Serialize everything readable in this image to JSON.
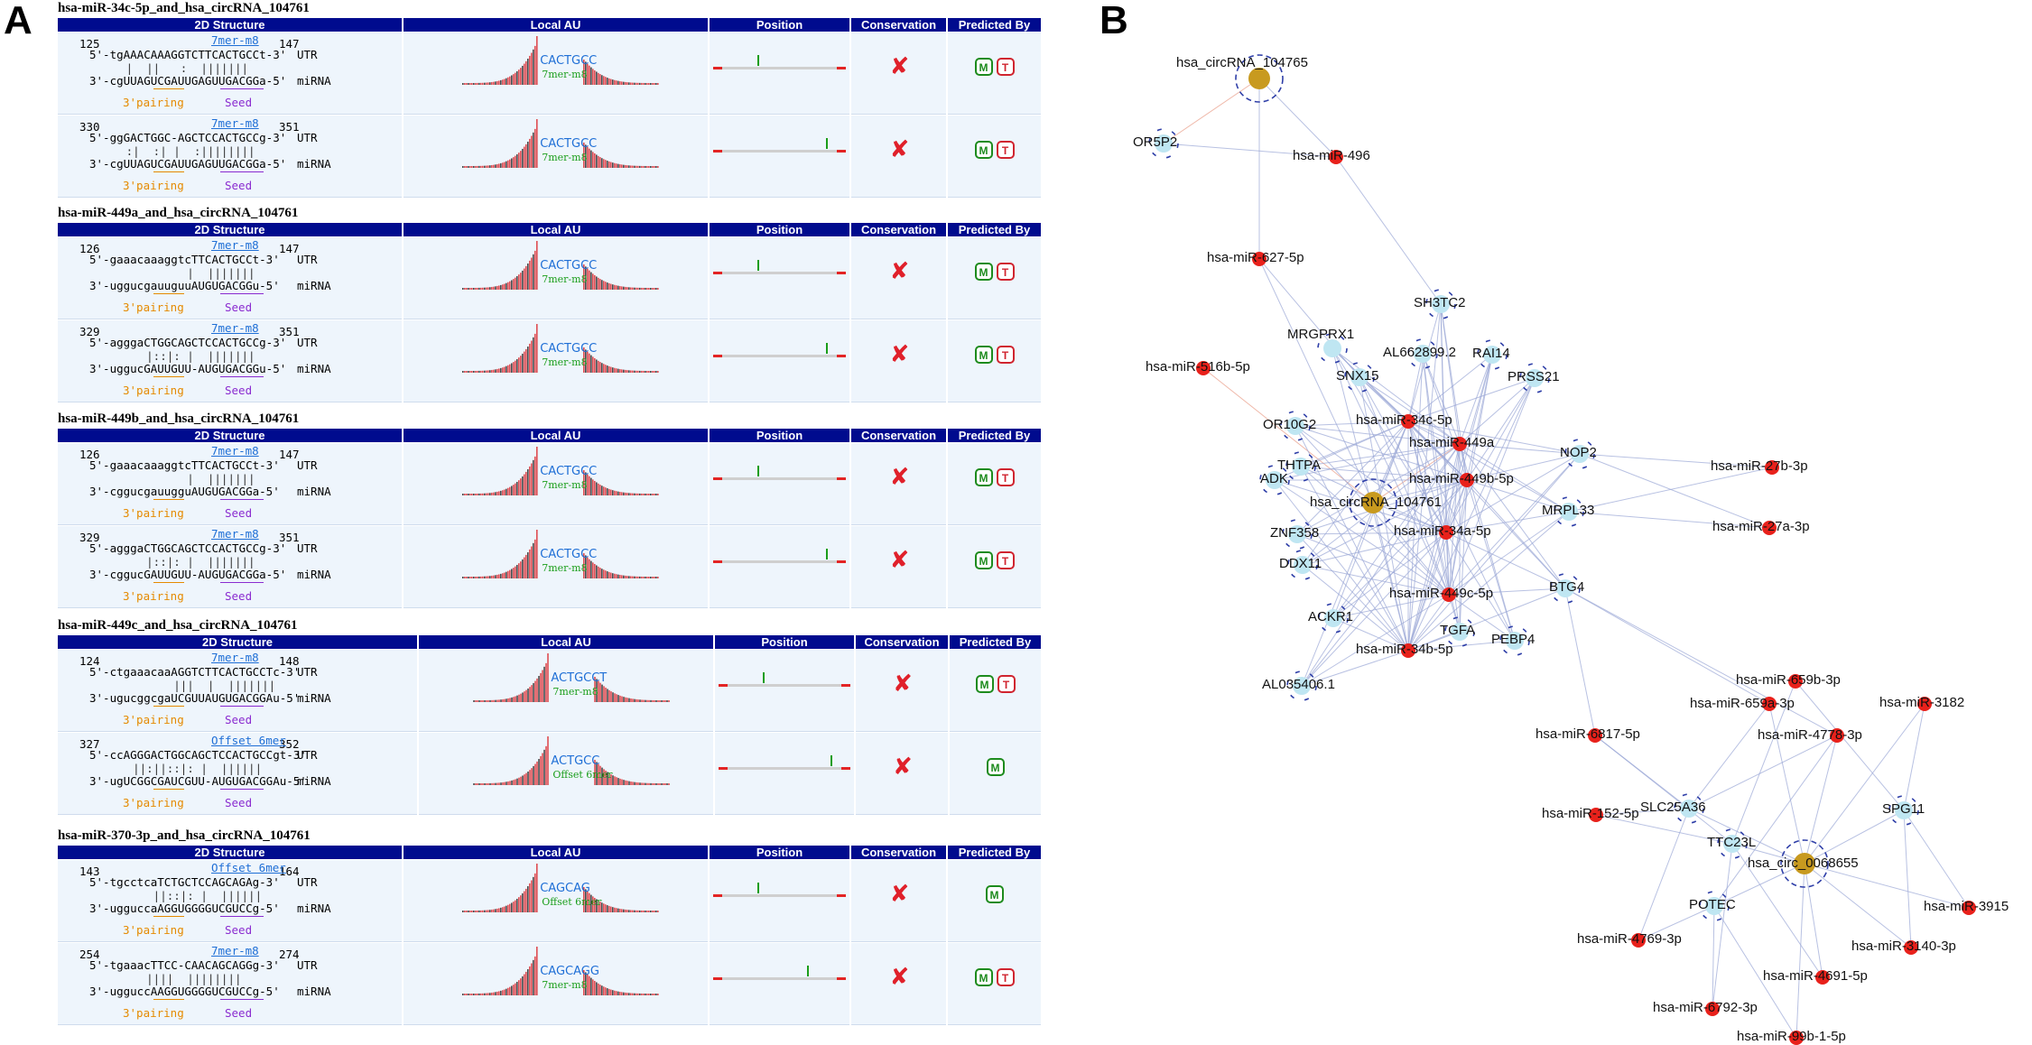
{
  "panel_a_letter": "A",
  "panel_b_letter": "B",
  "headers": {
    "structure": "2D Structure",
    "local_au": "Local AU",
    "position": "Position",
    "conservation": "Conservation",
    "predicted_by": "Predicted By"
  },
  "common": {
    "utr_suffix": "UTR",
    "mirna_suffix": "miRNA",
    "pairing_label": "3'pairing",
    "seed_label": "Seed",
    "cross_mark": "✘",
    "badge_m": "M",
    "badge_t": "T"
  },
  "blocks": [
    {
      "title": "hsa-miR-34c-5p_and_hsa_circRNA_104761",
      "rows": [
        {
          "start": "125",
          "end": "147",
          "site": "7mer-m8",
          "utr": "5'-tgAAACAAAGGTCTTCACTGCCt-3'",
          "bars": "   |  ||   :  |||||||  ",
          "mir": "3'-cgUUAGUCGAUUGAGUUGACGGa-5'",
          "au_seq": "CACTGCC",
          "au_type": "7mer-m8",
          "pos": 0.3,
          "badges": [
            "M",
            "T"
          ]
        },
        {
          "start": "330",
          "end": "351",
          "site": "7mer-m8",
          "utr": "5'-ggGACTGGC-AGCTCCACTGCCg-3'",
          "bars": "   :|  :| |  :||||||||  ",
          "mir": "3'-cgUUAGUCGAUUGAGUUGACGGa-5'",
          "au_seq": "CACTGCC",
          "au_type": "7mer-m8",
          "pos": 0.92,
          "badges": [
            "M",
            "T"
          ]
        }
      ]
    },
    {
      "title": "hsa-miR-449a_and_hsa_circRNA_104761",
      "rows": [
        {
          "start": "126",
          "end": "147",
          "site": "7mer-m8",
          "utr": "5'-gaaacaaaggtcTTCACTGCCt-3'",
          "bars": "            |  |||||||  ",
          "mir": "3'-uggucgauuguuAUGUGACGGu-5'",
          "au_seq": "CACTGCC",
          "au_type": "7mer-m8",
          "pos": 0.3,
          "badges": [
            "M",
            "T"
          ]
        },
        {
          "start": "329",
          "end": "351",
          "site": "7mer-m8",
          "utr": "5'-agggaCTGGCAGCTCCACTGCCg-3'",
          "bars": "      |::|: |  |||||||  ",
          "mir": "3'-uggucGAUUGUU-AUGUGACGGu-5'",
          "au_seq": "CACTGCC",
          "au_type": "7mer-m8",
          "pos": 0.92,
          "badges": [
            "M",
            "T"
          ]
        }
      ]
    },
    {
      "title": "hsa-miR-449b_and_hsa_circRNA_104761",
      "rows": [
        {
          "start": "126",
          "end": "147",
          "site": "7mer-m8",
          "utr": "5'-gaaacaaaggtcTTCACTGCCt-3'",
          "bars": "            |  |||||||  ",
          "mir": "3'-cggucgauugguAUGUGACGGa-5'",
          "au_seq": "CACTGCC",
          "au_type": "7mer-m8",
          "pos": 0.3,
          "badges": [
            "M",
            "T"
          ]
        },
        {
          "start": "329",
          "end": "351",
          "site": "7mer-m8",
          "utr": "5'-agggaCTGGCAGCTCCACTGCCg-3'",
          "bars": "      |::|: |  |||||||  ",
          "mir": "3'-cggucGAUUGUU-AUGUGACGGa-5'",
          "au_seq": "CACTGCC",
          "au_type": "7mer-m8",
          "pos": 0.92,
          "badges": [
            "M",
            "T"
          ]
        }
      ]
    },
    {
      "title": "hsa-miR-449c_and_hsa_circRNA_104761",
      "rows": [
        {
          "start": "124",
          "end": "148",
          "site": "7mer-m8",
          "utr": "5'-ctgaaacaaAGGTCTTCACTGCCTc-3'",
          "bars": "          |||  |  |||||||  ",
          "mir": "3'-ugucggcgaUCGUUAUGUGACGGAu-5'",
          "au_seq": "ACTGCCT",
          "au_type": "7mer-m8",
          "pos": 0.3,
          "badges": [
            "M",
            "T"
          ]
        },
        {
          "start": "327",
          "end": "352",
          "site": "Offset 6mer",
          "utr": "5'-ccAGGGACTGGCAGCTCCACTGCCgt-3'",
          "bars": "    ||:||::|: |  ||||||  ",
          "mir": "3'-ugUCGGCGAUCGUU-AUGUGACGGAu-5'",
          "au_seq": "ACTGCC",
          "au_type": "Offset 6mer",
          "pos": 0.92,
          "badges": [
            "M"
          ]
        }
      ]
    },
    {
      "title": "hsa-miR-370-3p_and_hsa_circRNA_104761",
      "rows": [
        {
          "start": "143",
          "end": "164",
          "site": "Offset 6mer",
          "utr": "5'-tgcctcaTCTGCTCCAGCAGAg-3'",
          "bars": "       ||::|: |  ||||||  ",
          "mir": "3'-ugguccaAGGUGGGGUCGUCCg-5'",
          "au_seq": "CAGCAG",
          "au_type": "Offset 6mer",
          "pos": 0.3,
          "badges": [
            "M"
          ]
        },
        {
          "start": "254",
          "end": "274",
          "site": "7mer-m8",
          "utr": "5'-tgaaacTTCC-CAACAGCAGGg-3'",
          "bars": "      ||||  ||||||||  ",
          "mir": "3'-ugguccAAGGUGGGGUCGUCCg-5'",
          "au_seq": "CAGCAGG",
          "au_type": "7mer-m8",
          "pos": 0.75,
          "badges": [
            "M",
            "T"
          ]
        }
      ]
    }
  ],
  "network": {
    "nodes": [
      {
        "id": "hsa_circRNA_104765",
        "type": "circ"
      },
      {
        "id": "OR5P2",
        "type": "gene"
      },
      {
        "id": "hsa-miR-496",
        "type": "mir"
      },
      {
        "id": "hsa-miR-627-5p",
        "type": "mir"
      },
      {
        "id": "SH3TC2",
        "type": "gene"
      },
      {
        "id": "MRGPRX1",
        "type": "gene"
      },
      {
        "id": "AL662899.2",
        "type": "gene"
      },
      {
        "id": "RAI14",
        "type": "gene"
      },
      {
        "id": "hsa-miR-516b-5p",
        "type": "mir"
      },
      {
        "id": "SNX15",
        "type": "gene"
      },
      {
        "id": "PRSS21",
        "type": "gene"
      },
      {
        "id": "OR10G2",
        "type": "gene"
      },
      {
        "id": "hsa-miR-34c-5p",
        "type": "mir"
      },
      {
        "id": "hsa-miR-449a",
        "type": "mir"
      },
      {
        "id": "NOP2",
        "type": "gene"
      },
      {
        "id": "THTPA",
        "type": "gene"
      },
      {
        "id": "hsa-miR-449b-5p",
        "type": "mir"
      },
      {
        "id": "hsa-miR-27b-3p",
        "type": "mir"
      },
      {
        "id": "ADK",
        "type": "gene"
      },
      {
        "id": "hsa_circRNA_104761",
        "type": "circ"
      },
      {
        "id": "MRPL33",
        "type": "gene"
      },
      {
        "id": "ZNF358",
        "type": "gene"
      },
      {
        "id": "hsa-miR-34a-5p",
        "type": "mir"
      },
      {
        "id": "hsa-miR-27a-3p",
        "type": "mir"
      },
      {
        "id": "DDX11",
        "type": "gene"
      },
      {
        "id": "BTG4",
        "type": "gene"
      },
      {
        "id": "hsa-miR-449c-5p",
        "type": "mir"
      },
      {
        "id": "ACKR1",
        "type": "gene"
      },
      {
        "id": "TGFA",
        "type": "gene"
      },
      {
        "id": "PEBP4",
        "type": "gene"
      },
      {
        "id": "hsa-miR-34b-5p",
        "type": "mir"
      },
      {
        "id": "AL035406.1",
        "type": "gene"
      },
      {
        "id": "hsa-miR-659b-3p",
        "type": "mir"
      },
      {
        "id": "hsa-miR-659a-3p",
        "type": "mir"
      },
      {
        "id": "hsa-miR-3182",
        "type": "mir"
      },
      {
        "id": "hsa-miR-6817-5p",
        "type": "mir"
      },
      {
        "id": "hsa-miR-4778-3p",
        "type": "mir"
      },
      {
        "id": "SLC25A36",
        "type": "gene"
      },
      {
        "id": "hsa-miR-152-5p",
        "type": "mir"
      },
      {
        "id": "SPG11",
        "type": "gene"
      },
      {
        "id": "TTC23L",
        "type": "gene"
      },
      {
        "id": "hsa_circ_0068655",
        "type": "circ"
      },
      {
        "id": "POTEC",
        "type": "gene"
      },
      {
        "id": "hsa-miR-3915",
        "type": "mir"
      },
      {
        "id": "hsa-miR-4769-3p",
        "type": "mir"
      },
      {
        "id": "hsa-miR-3140-3p",
        "type": "mir"
      },
      {
        "id": "hsa-miR-4691-5p",
        "type": "mir"
      },
      {
        "id": "hsa-miR-6792-3p",
        "type": "mir"
      },
      {
        "id": "hsa-miR-99b-1-5p",
        "type": "mir"
      }
    ]
  },
  "colors": {
    "header": "#000b8e",
    "row_bg": "#eef5fc",
    "mir_node": "#e8211b",
    "gene_node": "#bfe6f2",
    "circ_node": "#c89a1f",
    "edge": "#9aa6d6",
    "edge_red": "#e89a85",
    "seq_blue": "#1f6fd6",
    "seq_green": "#1b9e1b",
    "seq_orange": "#e58a00",
    "seq_purple": "#8a2bd0"
  }
}
